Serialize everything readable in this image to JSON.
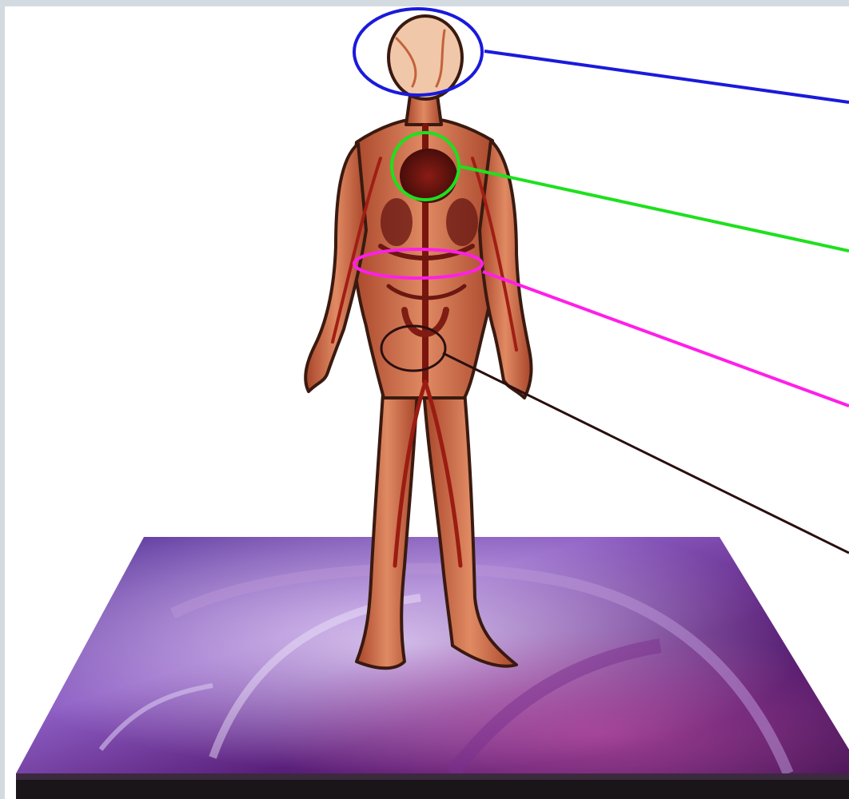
{
  "diagram": {
    "figure": "human-circulatory-system",
    "platform_texture": "purple-heart-vessels",
    "markers": [
      {
        "id": "head",
        "color": "#1a1adc"
      },
      {
        "id": "heart",
        "color": "#1ee01e"
      },
      {
        "id": "abdomen",
        "color": "#ff1fe8"
      },
      {
        "id": "pelvis",
        "color": "#2a0f0f"
      }
    ]
  }
}
